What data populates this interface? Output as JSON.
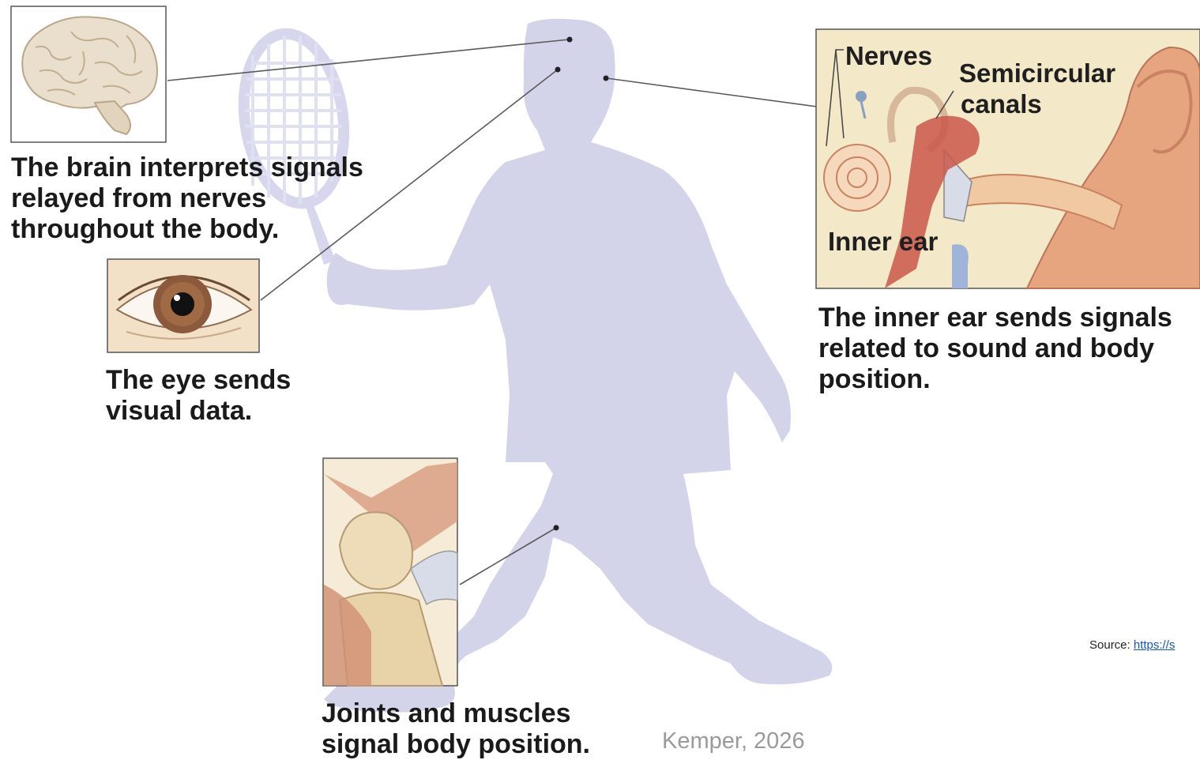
{
  "captions": {
    "brain": [
      "The brain interprets signals",
      "relayed from nerves",
      "throughout the body."
    ],
    "eye": [
      "The eye sends",
      "visual data."
    ],
    "ear": [
      "The inner ear sends signals",
      "related to sound and body",
      "position."
    ],
    "joint": [
      "Joints and muscles",
      "signal body position."
    ]
  },
  "ear_labels": {
    "nerves": "Nerves",
    "semicircular_1": "Semicircular",
    "semicircular_2": "canals",
    "inner_ear": "Inner ear"
  },
  "credit": "Kemper, 2026",
  "source": {
    "prefix": "Source: ",
    "link": "https://s"
  },
  "colors": {
    "figure": "#d3d4ea",
    "leader_line": "#5a5a5a",
    "caption_text": "#1a1a1a",
    "link": "#1155cc"
  }
}
